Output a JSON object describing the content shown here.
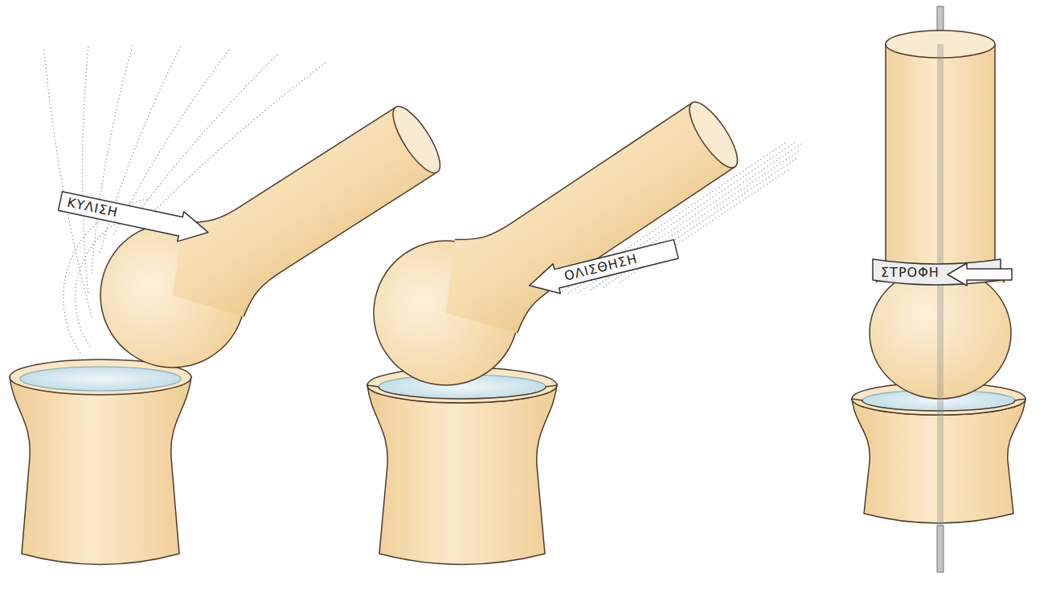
{
  "diagram": {
    "nodes": [
      {
        "text": [
          "ΚΥΛΙΣΗ"
        ]
      },
      {
        "text": [
          "ΟΛΙΣΘΗΣΗ"
        ]
      },
      {
        "text": [
          "ΣΤΡΟΦΗ"
        ]
      }
    ]
  }
}
